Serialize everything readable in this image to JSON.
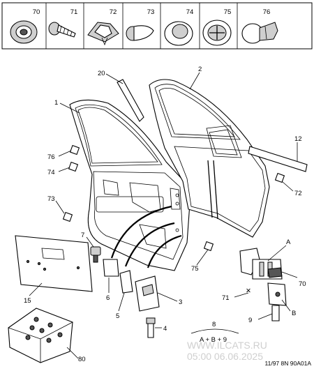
{
  "top_parts": [
    {
      "number": "70",
      "icon": "grommet-icon"
    },
    {
      "number": "71",
      "icon": "screw-icon"
    },
    {
      "number": "72",
      "icon": "clip-icon"
    },
    {
      "number": "73",
      "icon": "plug-icon"
    },
    {
      "number": "74",
      "icon": "cap-icon"
    },
    {
      "number": "75",
      "icon": "grommet-cross-icon"
    },
    {
      "number": "76",
      "icon": "push-rivet-icon"
    }
  ],
  "callouts": {
    "c1": "1",
    "c2": "2",
    "c20": "20",
    "c12": "12",
    "c76": "76",
    "c74": "74",
    "c73": "73",
    "c72": "72",
    "c7": "7",
    "c6": "6",
    "c5": "5",
    "c3": "3",
    "c4": "4",
    "c15": "15",
    "c75": "75",
    "cA": "A",
    "c70": "70",
    "c71": "71",
    "cB": "B",
    "c9": "9",
    "c8": "8",
    "c80": "80"
  },
  "formula": "A + B + 9",
  "reference": "11/97  8N  90A01A",
  "watermark": {
    "line1": "WWW.ILCATS.RU",
    "line2": "05:00 06.06.2025"
  }
}
